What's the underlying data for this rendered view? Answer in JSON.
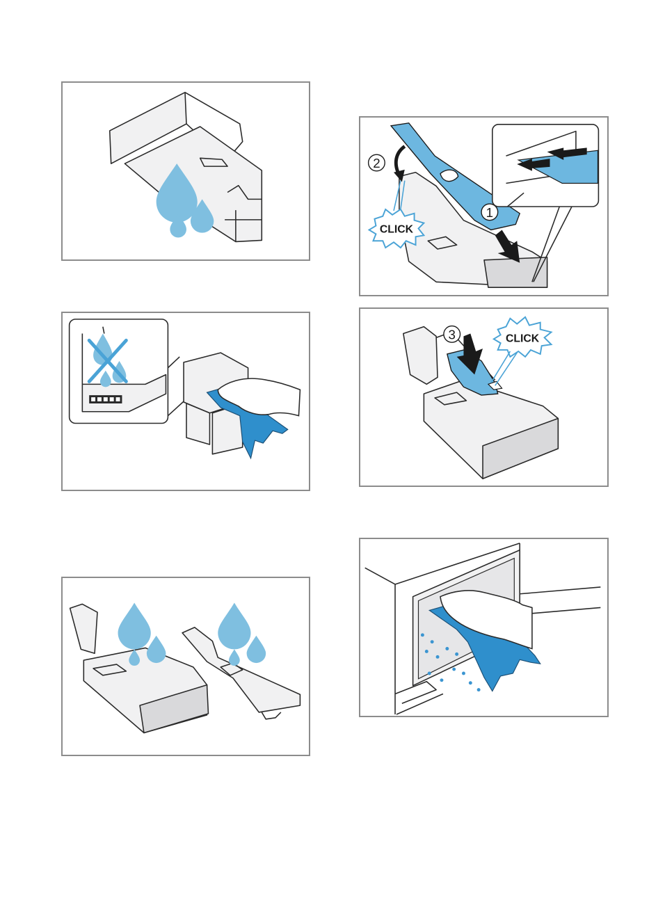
{
  "panels": {
    "rinse_tray": {},
    "dry_contacts": {},
    "rinse_parts": {},
    "insert_siphon": {
      "step1": "1",
      "step2": "2",
      "click": "CLICK"
    },
    "insert_cover": {
      "step3": "3",
      "click": "CLICK"
    },
    "wipe_compartment": {}
  },
  "colors": {
    "water_drop": "#7fbfe0",
    "cloth_blue": "#2f8fcc",
    "part_blue": "#6db7e0",
    "frame": "#8c8c8c"
  },
  "icons": [
    "water-drop-icon",
    "cloth-icon",
    "hand-icon",
    "click-burst-icon",
    "crossed-drop-icon",
    "arrow-icon"
  ]
}
